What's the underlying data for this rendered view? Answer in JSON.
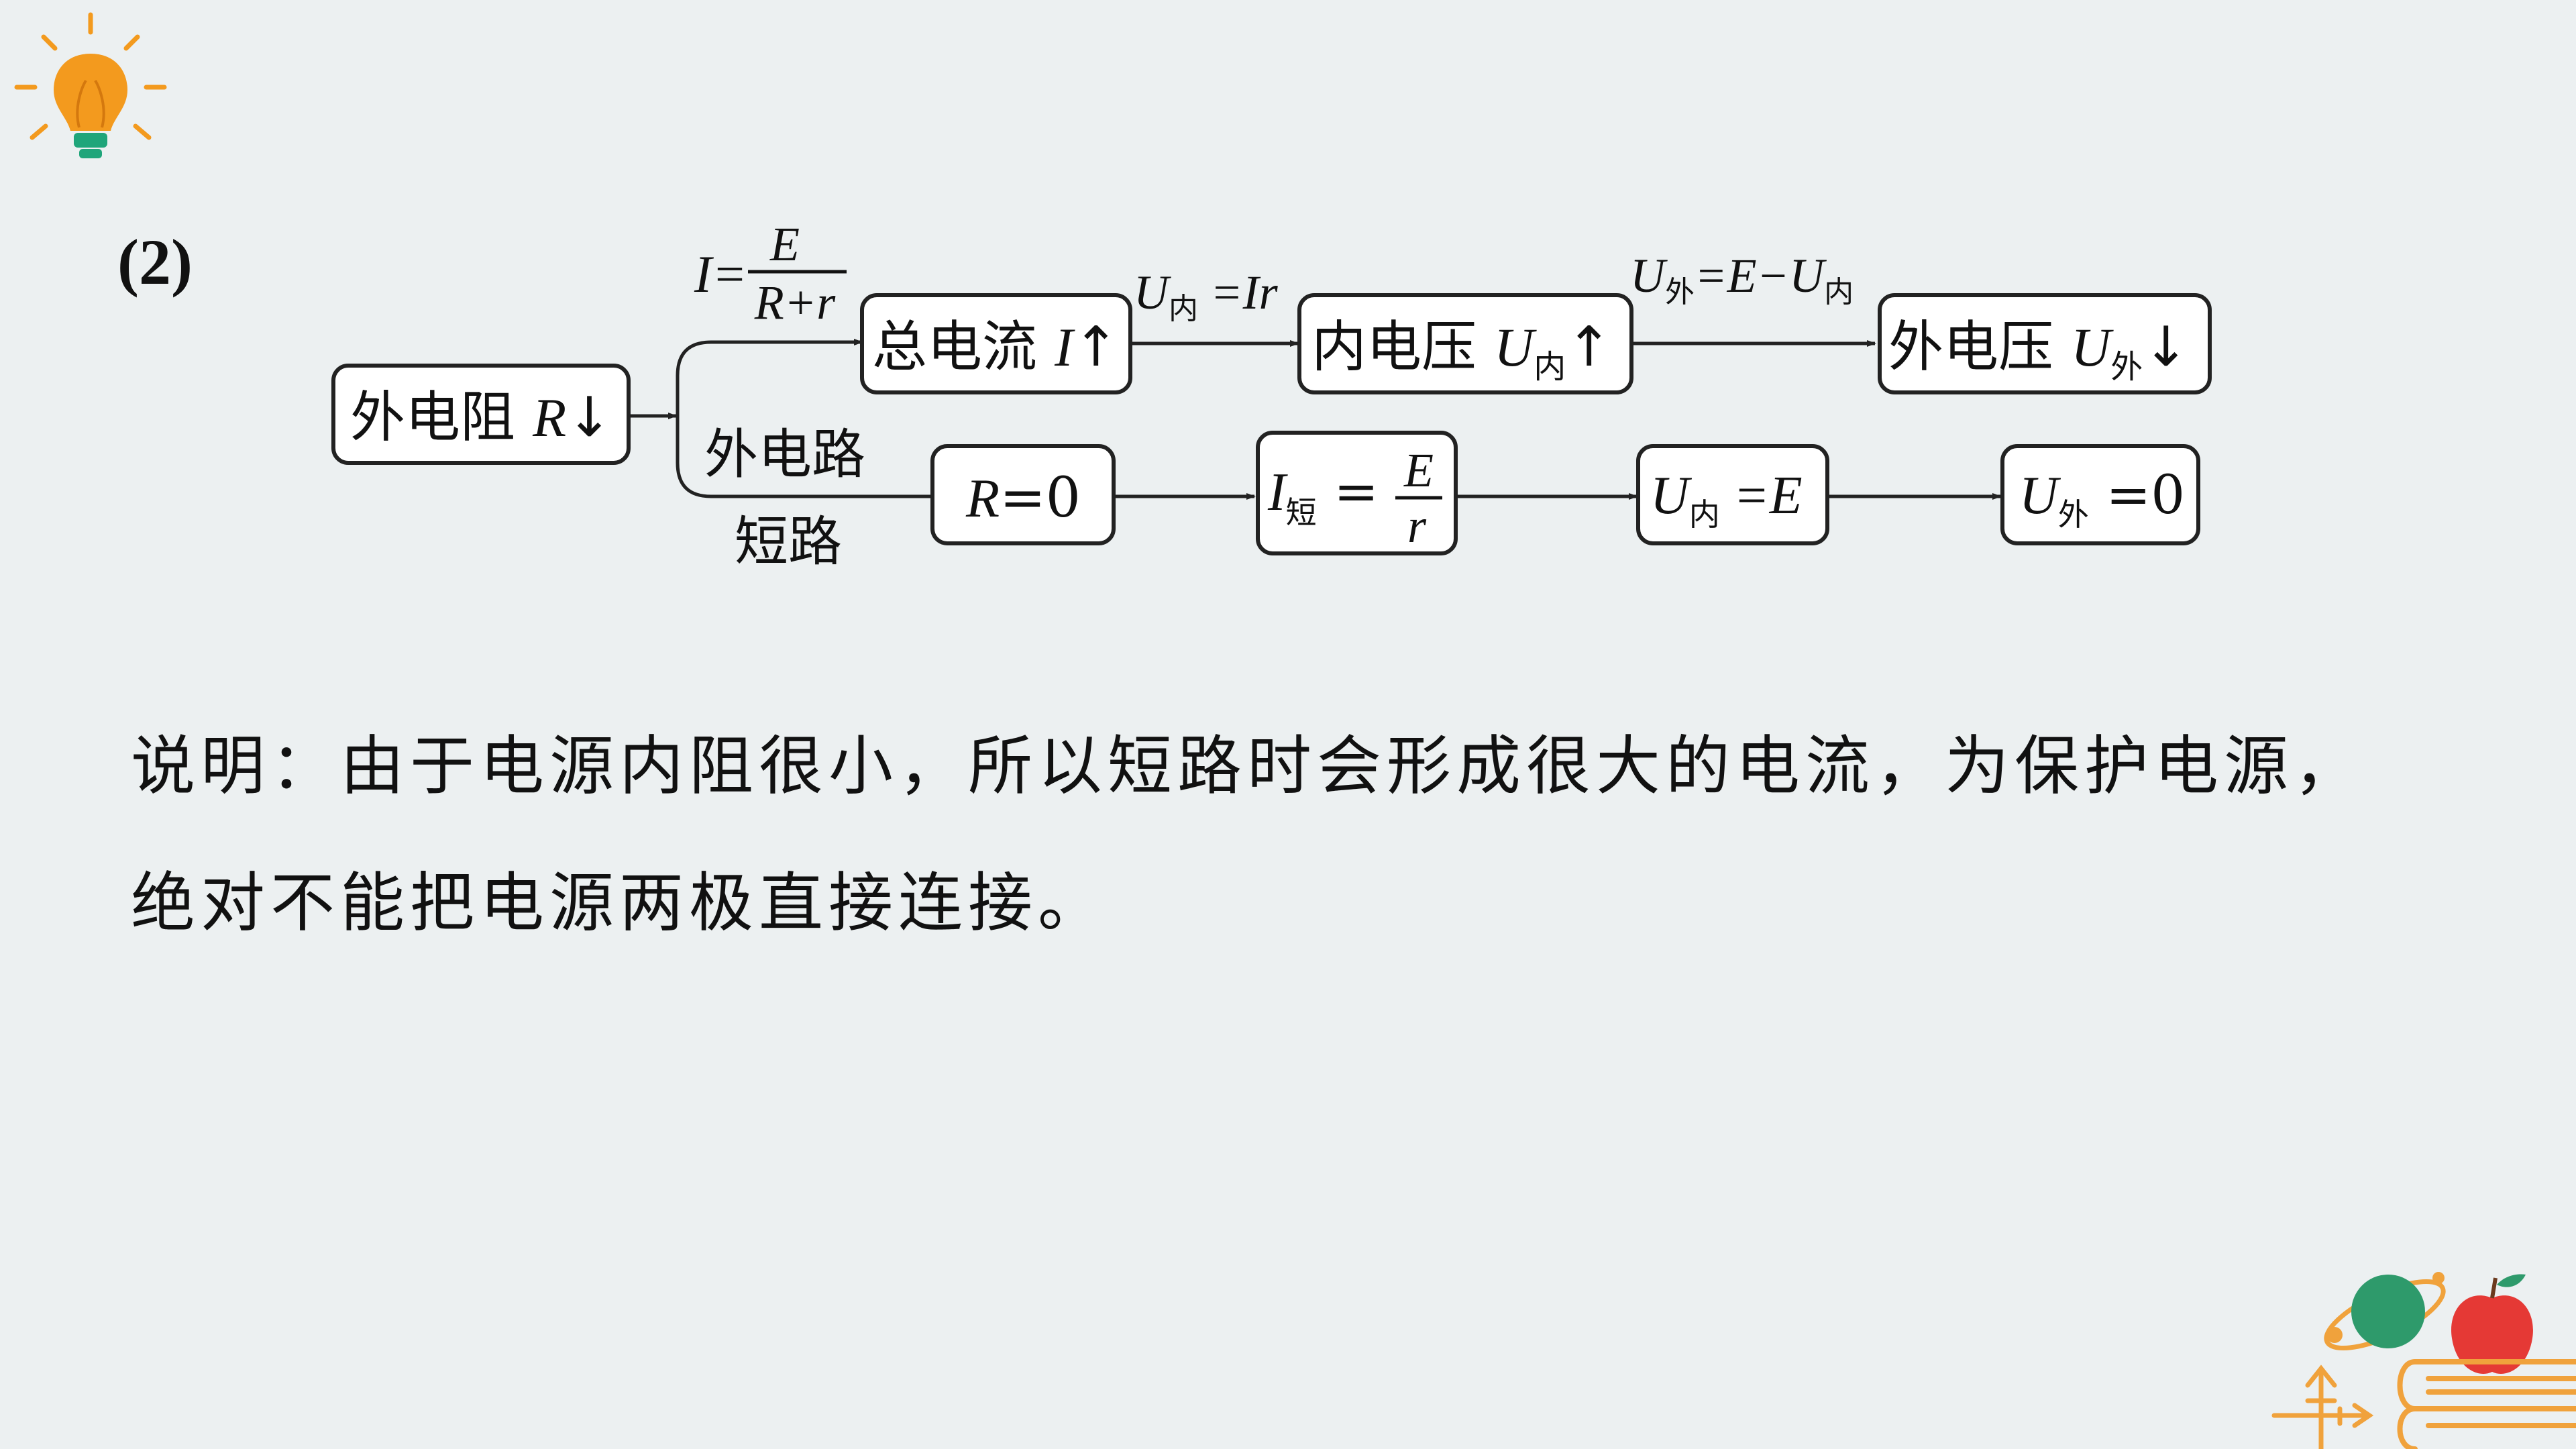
{
  "part_label": "(2)",
  "diagram": {
    "start_box": "外电阻 R↓",
    "branch_formula": {
      "lhs": "I=",
      "numerator": "E",
      "denominator": "R+r"
    },
    "top_row": [
      {
        "label": "总电流 I↑"
      },
      {
        "arrow_label": "U内 =Ir",
        "label": "内电压 U内↑"
      },
      {
        "arrow_label": "U外=E−U内",
        "label": "外电压 U外↓"
      }
    ],
    "bottom_branch_labels": [
      "外电路",
      "短路"
    ],
    "bottom_row": [
      {
        "label": "R=0"
      },
      {
        "label": "I短 = E / r"
      },
      {
        "label": "U内 =E"
      },
      {
        "label": "U外 =0"
      }
    ]
  },
  "explanation": [
    "说明：由于电源内阻很小，所以短路时会形成很大的电流，为保护电源，",
    "绝对不能把电源两极直接连接。"
  ],
  "colors": {
    "background": "#ecf0f1",
    "bulb": "#f39a1e",
    "globe": "#2e9a6b",
    "apple": "#e53935",
    "book_stroke": "#f0a23c"
  },
  "icons": [
    "lightbulb-icon",
    "globe-icon",
    "apple-icon",
    "books-icon",
    "axes-icon"
  ]
}
